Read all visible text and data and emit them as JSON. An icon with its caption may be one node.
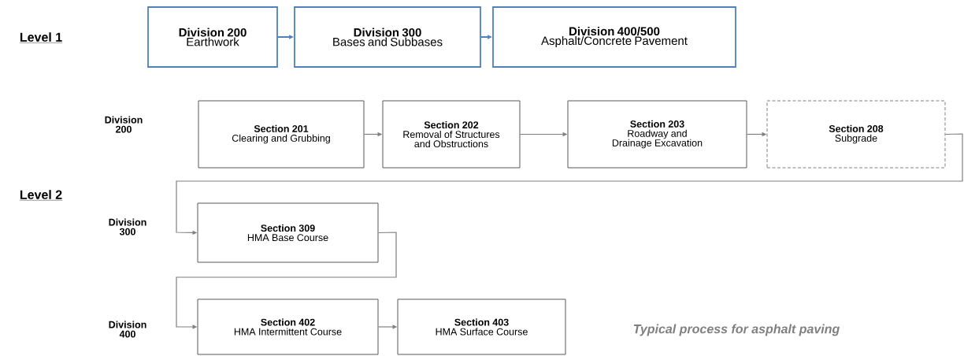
{
  "diagram": {
    "caption": "Typical process for asphalt paving",
    "nodes": [
      {
        "text": [
          "Division 200",
          "Earthwork"
        ]
      },
      {
        "text": [
          "Division 300",
          "Bases and Subbases"
        ]
      },
      {
        "text": [
          "Division 400/500",
          "Asphalt/Concrete Pavement"
        ]
      },
      {
        "text": [
          "Section 201",
          "Clearing and Grubbing"
        ]
      },
      {
        "text": [
          "Section 202",
          "Removal of Structures and Obstructions"
        ]
      },
      {
        "text": [
          "Section 203",
          "Roadway and Drainage Excavation"
        ]
      },
      {
        "text": [
          "Section 208",
          "Subgrade"
        ]
      },
      {
        "text": [
          "Section 309",
          "HMA Base Course"
        ]
      },
      {
        "text": [
          "Section 402",
          "HMA Intermittent Course"
        ]
      },
      {
        "text": [
          "Section 403",
          "HMA Surface Course"
        ]
      }
    ],
    "edges": [
      {
        "from": 0,
        "to": 1,
        "arrow": "to",
        "color": "#4f81bd"
      },
      {
        "from": 1,
        "to": 2,
        "arrow": "to",
        "color": "#4f81bd"
      },
      {
        "from": 3,
        "to": 4,
        "arrow": "to"
      },
      {
        "from": 4,
        "to": 5,
        "arrow": "to"
      },
      {
        "from": 5,
        "to": 6,
        "arrow": "to"
      },
      {
        "from": 6,
        "to": 7,
        "arrow": "to"
      },
      {
        "from": 7,
        "to": 8,
        "arrow": "to"
      },
      {
        "from": 8,
        "to": 9,
        "arrow": "to"
      }
    ],
    "labels": [
      "Level 1",
      "Division 200",
      "Level 2",
      "Division 300",
      "Division 400"
    ]
  }
}
